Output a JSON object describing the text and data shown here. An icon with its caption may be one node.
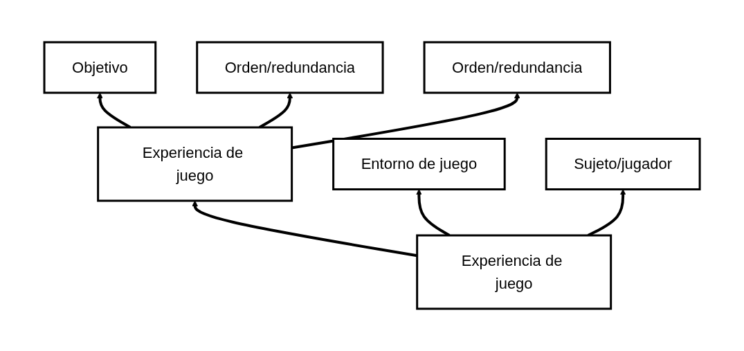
{
  "diagram": {
    "nodes": [
      {
        "text": [
          "Objetivo"
        ]
      },
      {
        "text": [
          "Orden/redundancia"
        ]
      },
      {
        "text": [
          "Experiencia de juego"
        ]
      },
      {
        "text": [
          "Orden/redundancia"
        ]
      },
      {
        "text": [
          "Entorno de juego"
        ]
      },
      {
        "text": [
          "Experiencia de juego"
        ]
      },
      {
        "text": [
          "Sujeto/jugador"
        ]
      }
    ],
    "edges": [
      {
        "from": 2,
        "to": 0,
        "arrow": "to"
      },
      {
        "from": 2,
        "to": 1,
        "arrow": "to"
      },
      {
        "from": 2,
        "to": 3,
        "arrow": "to"
      },
      {
        "from": 5,
        "to": 2,
        "arrow": "to"
      },
      {
        "from": 5,
        "to": 4,
        "arrow": "to"
      },
      {
        "from": 5,
        "to": 6,
        "arrow": "to"
      }
    ]
  }
}
